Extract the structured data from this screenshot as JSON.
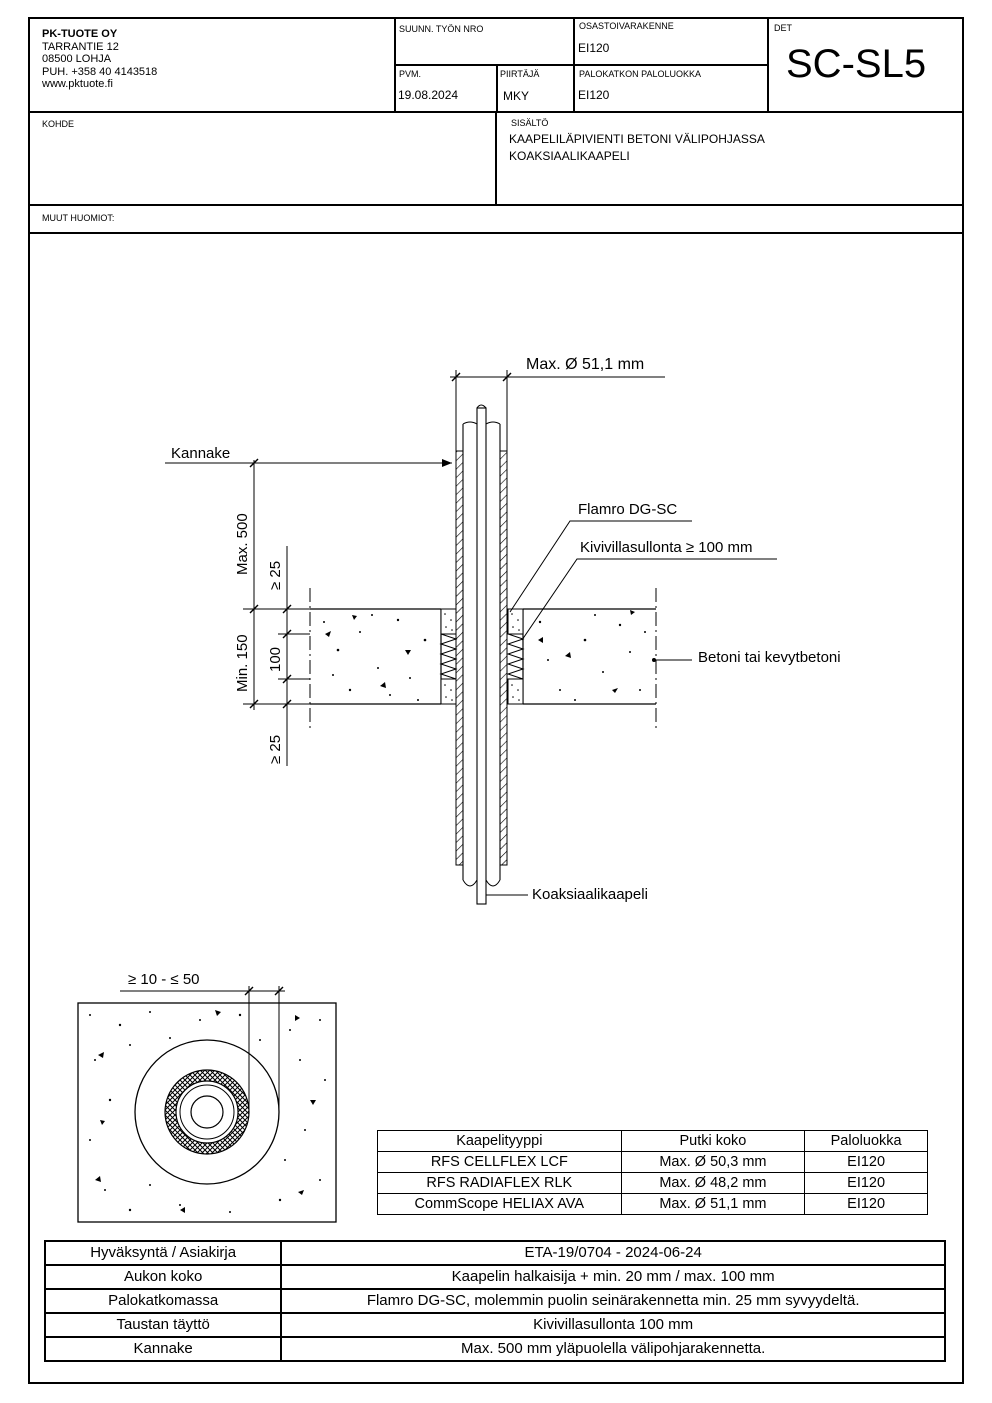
{
  "header": {
    "company": {
      "name": "PK-TUOTE OY",
      "address": "TARRANTIE 12",
      "postal": "08500 LOHJA",
      "phone": "PUH. +358 40 4143518",
      "web": "www.pktuote.fi"
    },
    "suunn_label": "SUUNN. TYÖN NRO",
    "suunn_value": "",
    "osasto_label": "OSASTOIVARAKENNE",
    "osasto_value": "EI120",
    "det_label": "DET",
    "det_value": "SC-SL5",
    "pvm_label": "PVM.",
    "pvm_value": "19.08.2024",
    "piirtaja_label": "PIIRTÄJÄ",
    "piirtaja_value": "MKY",
    "palokatko_label": "PALOKATKON PALOLUOKKA",
    "palokatko_value": "EI120",
    "kohde_label": "KOHDE",
    "kohde_value": "",
    "sisalto_label": "SISÄLTÖ",
    "sisalto_line1": "KAAPELILÄPIVIENTI BETONI VÄLIPOHJASSA",
    "sisalto_line2": "KOAKSIAALIKAAPELI",
    "muut_label": "MUUT HUOMIOT:"
  },
  "drawing": {
    "max_diameter": "Max. Ø 51,1 mm",
    "kannake": "Kannake",
    "max500": "Max. 500",
    "ge25_top": "≥ 25",
    "min150": "Min. 150",
    "dim100": "100",
    "ge25_bottom": "≥ 25",
    "flamro": "Flamro DG-SC",
    "kivivilla": "Kivivillasullonta ≥ 100 mm",
    "betoni": "Betoni tai kevytbetoni",
    "koaksiaali": "Koaksiaalikaapeli",
    "gap_dim": "≥ 10 - ≤ 50"
  },
  "cable_table": {
    "headers": [
      "Kaapelityyppi",
      "Putki koko",
      "Paloluokka"
    ],
    "rows": [
      [
        "RFS CELLFLEX LCF",
        "Max. Ø 50,3 mm",
        "EI120"
      ],
      [
        "RFS RADIAFLEX RLK",
        "Max. Ø 48,2 mm",
        "EI120"
      ],
      [
        "CommScope HELIAX AVA",
        "Max. Ø 51,1 mm",
        "EI120"
      ]
    ]
  },
  "info_table": {
    "rows": [
      [
        "Hyväksyntä / Asiakirja",
        "ETA-19/0704 - 2024-06-24"
      ],
      [
        "Aukon koko",
        "Kaapelin halkaisija + min. 20 mm / max. 100 mm"
      ],
      [
        "Palokatkomassa",
        "Flamro DG-SC, molemmin puolin seinärakennetta min. 25 mm syvyydeltä."
      ],
      [
        "Taustan täyttö",
        "Kivivillasullonta 100 mm"
      ],
      [
        "Kannake",
        "Max. 500 mm yläpuolella välipohjarakennetta."
      ]
    ]
  }
}
